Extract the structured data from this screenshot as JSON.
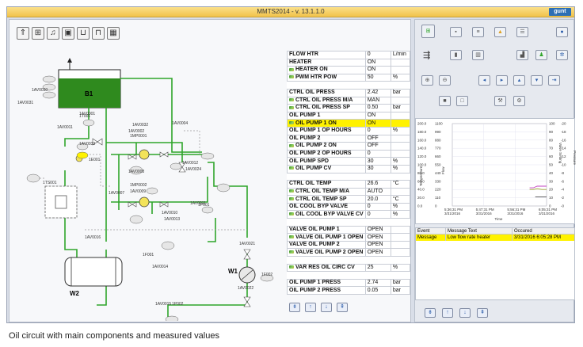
{
  "window": {
    "title": "MMTS2014 - v. 13.1.1.0",
    "logo": "gunt"
  },
  "toolbar": [
    {
      "icon": "up-arrow-icon",
      "glyph": "⇑"
    },
    {
      "icon": "pipe-diagram-icon",
      "glyph": "⊞"
    },
    {
      "icon": "pump-icon",
      "glyph": "♫"
    },
    {
      "icon": "heater-icon",
      "glyph": "▣"
    },
    {
      "icon": "cooler-icon",
      "glyph": "⊔"
    },
    {
      "icon": "valve-icon",
      "glyph": "⊓"
    },
    {
      "icon": "table-icon",
      "glyph": "▦"
    }
  ],
  "schematic": {
    "tank_label": "B1",
    "tank2_label": "W2",
    "exchanger_label": "W1",
    "tags": [
      "1AV0030",
      "1AV0001",
      "1AV0031",
      "1AV0011",
      "1AV0032",
      "1AV0002",
      "1AV0004",
      "1AV0008",
      "1AV0012",
      "1AV0007",
      "1AV0009",
      "1AV0010",
      "1AV0013",
      "1AV0021",
      "1AV0022",
      "1AV0014",
      "1AV0016",
      "1AV0015",
      "1AV0033",
      "1AV0024",
      "1MP0001",
      "1MP0002",
      "1AV0011",
      "1TS001",
      "1T001",
      "1E001",
      "1F001",
      "1P001",
      "1P002",
      "1F002"
    ]
  },
  "params": [
    {
      "name": "FLOW HTR",
      "value": "0",
      "unit": "L/min",
      "pen": false
    },
    {
      "name": "HEATER",
      "value": "ON",
      "unit": "",
      "pen": false
    },
    {
      "name": "HEATER ON",
      "value": "ON",
      "unit": "",
      "pen": true
    },
    {
      "name": "PWM HTR POW",
      "value": "50",
      "unit": "%",
      "pen": true
    },
    {
      "gap": true
    },
    {
      "name": "CTRL OIL PRESS",
      "value": "2.42",
      "unit": "bar",
      "pen": false
    },
    {
      "name": "CTRL OIL PRESS M/A",
      "value": "MAN",
      "unit": "",
      "pen": true
    },
    {
      "name": "CTRL OIL PRESS SP",
      "value": "0.50",
      "unit": "bar",
      "pen": true
    },
    {
      "name": "OIL PUMP 1",
      "value": "ON",
      "unit": "",
      "pen": false
    },
    {
      "name": "OIL PUMP 1 ON",
      "value": "ON",
      "unit": "",
      "pen": true,
      "highlight": true
    },
    {
      "name": "OIL PUMP 1 OP HOURS",
      "value": "0",
      "unit": "%",
      "pen": false
    },
    {
      "name": "OIL PUMP 2",
      "value": "OFF",
      "unit": "",
      "pen": false
    },
    {
      "name": "OIL PUMP 2 ON",
      "value": "OFF",
      "unit": "",
      "pen": true
    },
    {
      "name": "OIL PUMP 2 OP HOURS",
      "value": "0",
      "unit": "",
      "pen": false
    },
    {
      "name": "OIL PUMP SPD",
      "value": "30",
      "unit": "%",
      "pen": false
    },
    {
      "name": "OIL PUMP CV",
      "value": "30",
      "unit": "%",
      "pen": true
    },
    {
      "gap": true
    },
    {
      "name": "CTRL OIL TEMP",
      "value": "26.6",
      "unit": "°C",
      "pen": false
    },
    {
      "name": "CTRL OIL TEMP M/A",
      "value": "AUTO",
      "unit": "",
      "pen": true
    },
    {
      "name": "CTRL OIL TEMP SP",
      "value": "20.0",
      "unit": "°C",
      "pen": true
    },
    {
      "name": "OIL COOL BYP VALVE",
      "value": "0",
      "unit": "%",
      "pen": false
    },
    {
      "name": "OIL COOL BYP VALVE CV",
      "value": "0",
      "unit": "%",
      "pen": true
    },
    {
      "gap": true
    },
    {
      "name": "VALVE OIL PUMP 1",
      "value": "OPEN",
      "unit": "",
      "pen": false
    },
    {
      "name": "VALVE OIL PUMP 1 OPEN",
      "value": "OPEN",
      "unit": "",
      "pen": true
    },
    {
      "name": "VALVE OIL PUMP 2",
      "value": "OPEN",
      "unit": "",
      "pen": false
    },
    {
      "name": "VALVE OIL PUMP 2 OPEN",
      "value": "OPEN",
      "unit": "",
      "pen": true
    },
    {
      "gap": true
    },
    {
      "name": "VAR RES OIL CIRC CV",
      "value": "25",
      "unit": "%",
      "pen": true
    },
    {
      "gap": true
    },
    {
      "name": "OIL PUMP 1 PRESS",
      "value": "2.74",
      "unit": "bar",
      "pen": false
    },
    {
      "name": "OIL PUMP 2 PRESS",
      "value": "0.05",
      "unit": "bar",
      "pen": false
    }
  ],
  "nav_buttons": [
    "⇟",
    "↑",
    "↓",
    "⇞"
  ],
  "right_nav_buttons": [
    "⇟",
    "↑",
    "↓",
    "⇞"
  ],
  "chart_data": {
    "type": "line",
    "ylabel_left": "Temperature",
    "ylabel_left2": "Flow",
    "ylabel_right": "Pressure",
    "ylabel_right2": "Valve Setting",
    "xlabel": "Time",
    "yticks_left": [
      "200.0",
      "180.0",
      "160.0",
      "140.0",
      "120.0",
      "100.0",
      "80.0",
      "60.0",
      "40.0",
      "20.0",
      "0.0"
    ],
    "yticks_left2": [
      "1100",
      "990",
      "880",
      "770",
      "660",
      "550",
      "440",
      "330",
      "220",
      "110",
      "0"
    ],
    "yticks_right": [
      "100",
      "90",
      "80",
      "70",
      "60",
      "50",
      "40",
      "30",
      "20",
      "10",
      "0"
    ],
    "yticks_right2": [
      "20",
      "18",
      "16",
      "14",
      "12",
      "10",
      "8",
      "6",
      "4",
      "2",
      "0"
    ],
    "xticks": [
      {
        "time": "5:36:31 PM",
        "date": "3/31/2016"
      },
      {
        "time": "5:47:31 PM",
        "date": "3/31/2016"
      },
      {
        "time": "5:56:31 PM",
        "date": "3/31/2016"
      },
      {
        "time": "6:05:31 PM",
        "date": "3/31/2016"
      }
    ],
    "series": [
      {
        "values": [
          [
            0.82,
            22
          ],
          [
            0.86,
            22
          ],
          [
            0.9,
            24
          ],
          [
            0.95,
            24
          ],
          [
            1.0,
            24
          ]
        ],
        "color": "#c040c0"
      },
      {
        "values": [
          [
            0.82,
            20
          ],
          [
            0.86,
            20
          ],
          [
            0.9,
            21
          ],
          [
            0.95,
            20
          ],
          [
            1.0,
            20
          ]
        ],
        "color": "#9aa030"
      },
      {
        "values": [
          [
            0.88,
            11
          ],
          [
            0.95,
            11
          ],
          [
            1.0,
            11
          ]
        ],
        "color": "#555555"
      }
    ]
  },
  "events": {
    "headers": [
      "Event",
      "Message Text",
      "Occured"
    ],
    "rows": [
      [
        "Message",
        "Low flow rate heater",
        "3/31/2016 6:05:28 PM"
      ]
    ]
  },
  "caption": "Oil circuit with main components and measured values"
}
